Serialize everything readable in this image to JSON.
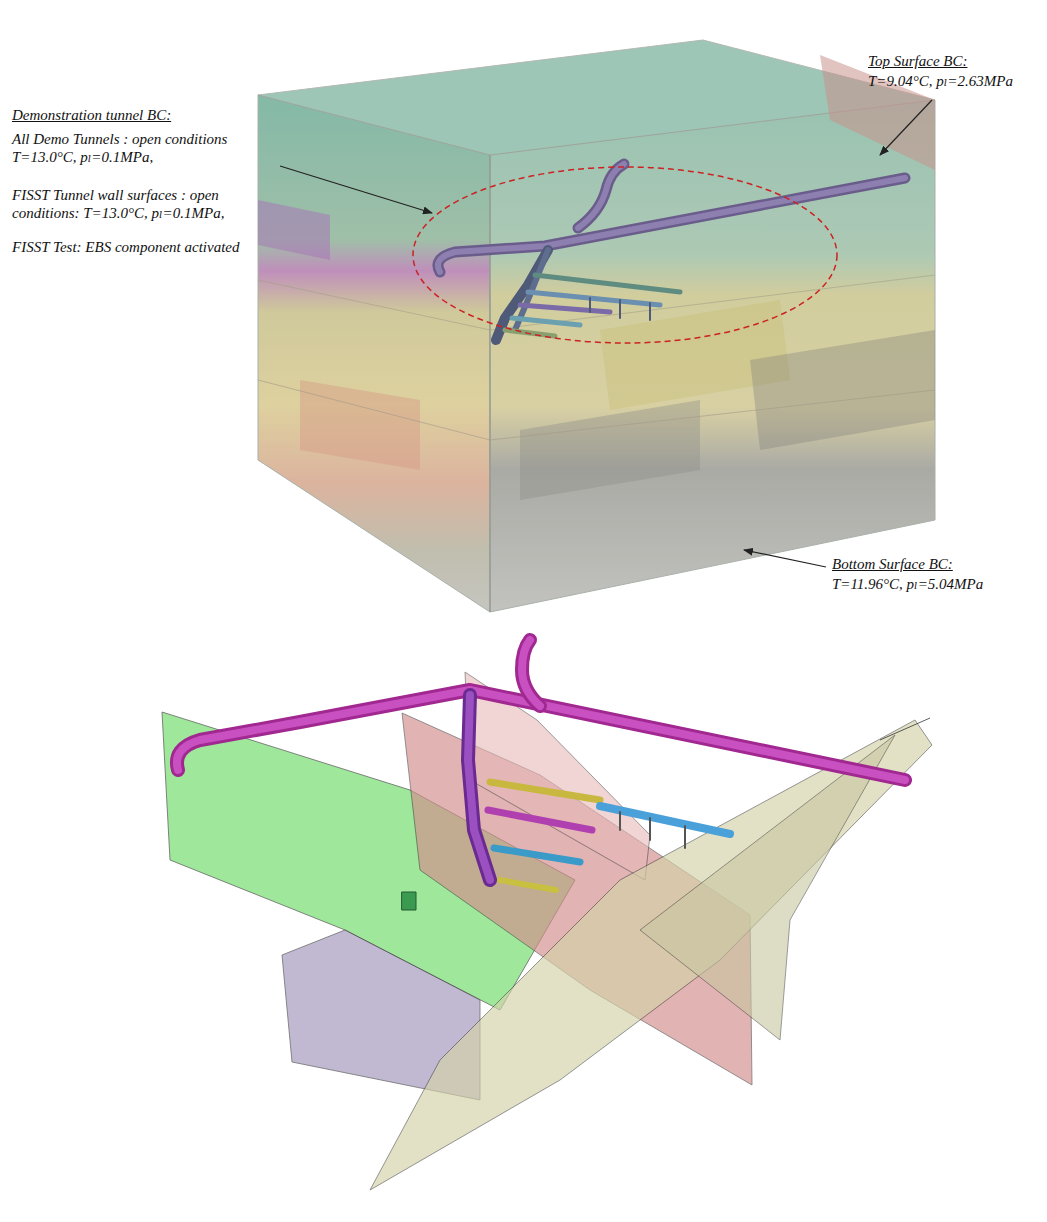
{
  "diagram": {
    "labels": [
      "Demonstration tunnel BC:",
      "All Demo Tunnels : open conditions T=13.0°C, pₗ=0.1MPa,",
      "FISST Tunnel wall surfaces : open conditions: T=13.0°C, pₗ=0.1MPa,",
      "FISST Test: EBS component activated",
      "Top Surface BC:",
      "T=9.04°C, pₗ=2.63MPa",
      "Bottom Surface BC:",
      "T=11.96°C, pₗ=5.04MPa"
    ]
  }
}
